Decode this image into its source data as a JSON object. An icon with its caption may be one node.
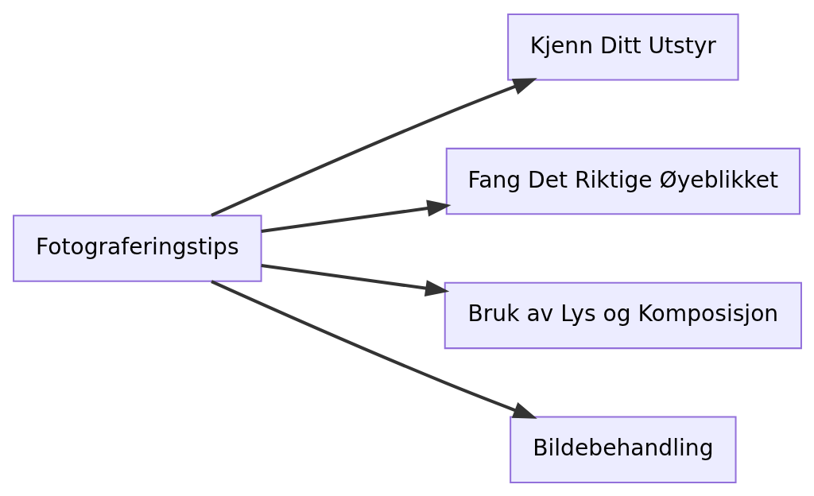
{
  "diagram": {
    "nodes": [
      {
        "text": [
          "Fotograferingstips"
        ]
      },
      {
        "text": [
          "Kjenn Ditt Utstyr"
        ]
      },
      {
        "text": [
          "Fang Det Riktige Øyeblikket"
        ]
      },
      {
        "text": [
          "Bruk av Lys og Komposisjon"
        ]
      },
      {
        "text": [
          "Bildebehandling"
        ]
      }
    ],
    "edges": [
      {
        "from": 0,
        "to": 1,
        "arrow": "to"
      },
      {
        "from": 0,
        "to": 2,
        "arrow": "to"
      },
      {
        "from": 0,
        "to": 3,
        "arrow": "to"
      },
      {
        "from": 0,
        "to": 4,
        "arrow": "to"
      }
    ]
  }
}
